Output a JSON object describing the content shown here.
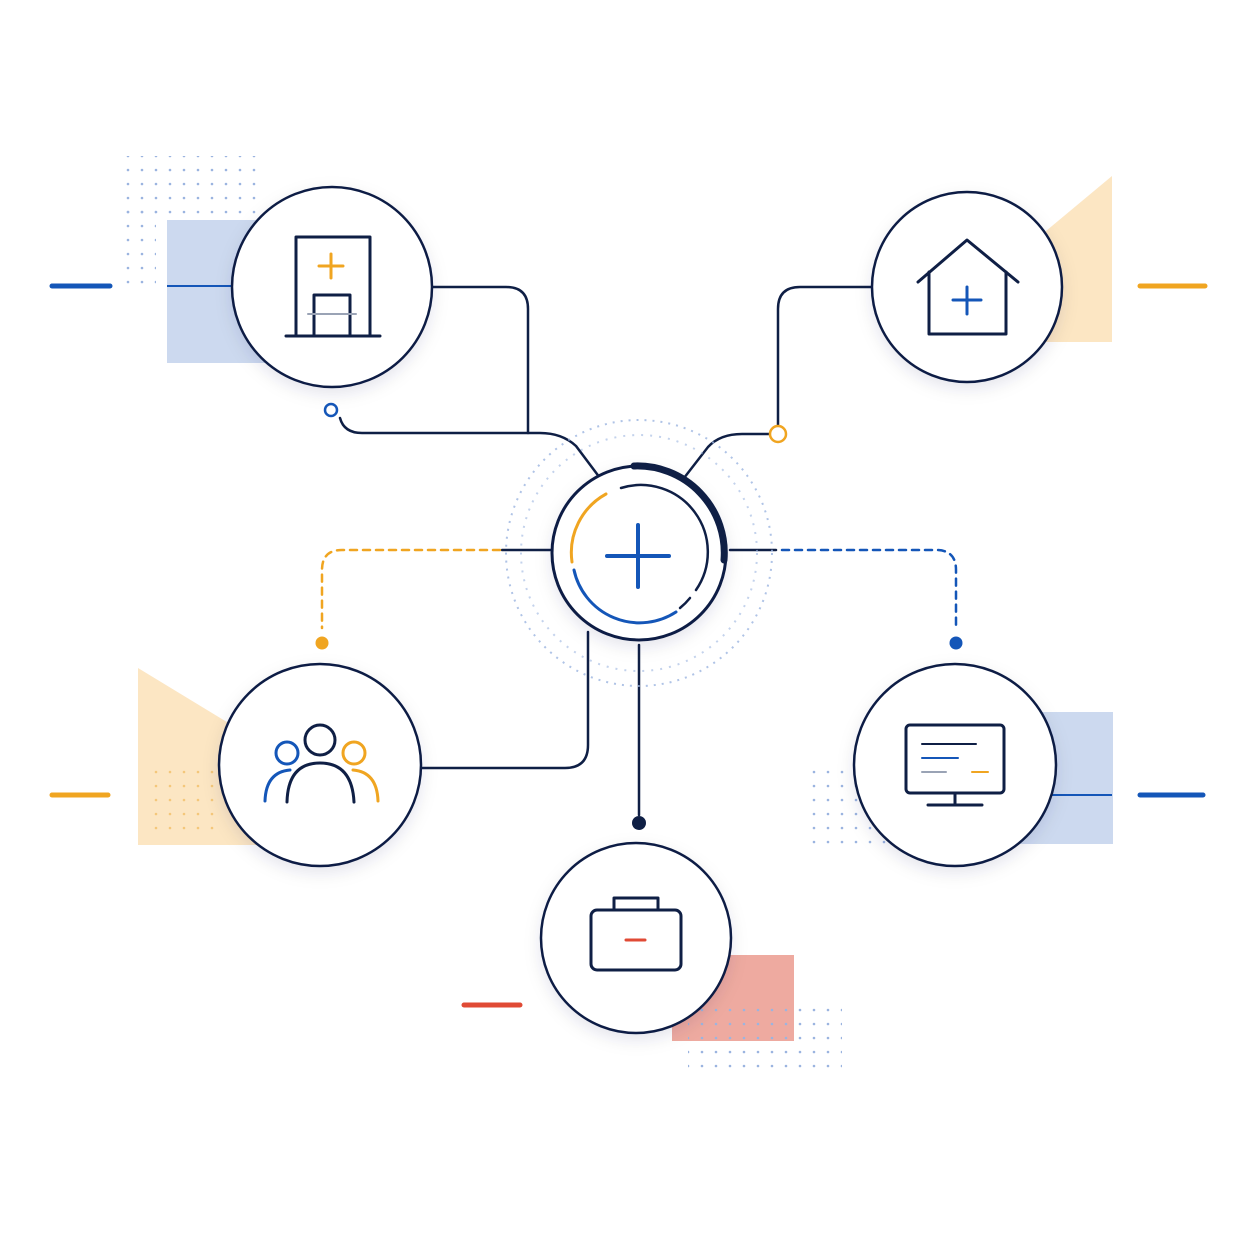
{
  "diagram": {
    "center": {
      "icon": "medical-plus-icon"
    },
    "nodes": [
      {
        "id": "hospital",
        "icon": "hospital-building-icon"
      },
      {
        "id": "home-care",
        "icon": "home-medical-icon"
      },
      {
        "id": "patients",
        "icon": "people-group-icon"
      },
      {
        "id": "first-aid",
        "icon": "first-aid-kit-icon"
      },
      {
        "id": "telehealth",
        "icon": "monitor-icon"
      }
    ]
  },
  "colors": {
    "navy": "#0f1f45",
    "blue": "#1456b8",
    "orange": "#f0a521",
    "light_blue": "#ccd9ef",
    "light_orange": "#fce6c3",
    "salmon": "#eeaaa0",
    "red": "#e04a35",
    "dot_blue": "#9bb4e0"
  }
}
